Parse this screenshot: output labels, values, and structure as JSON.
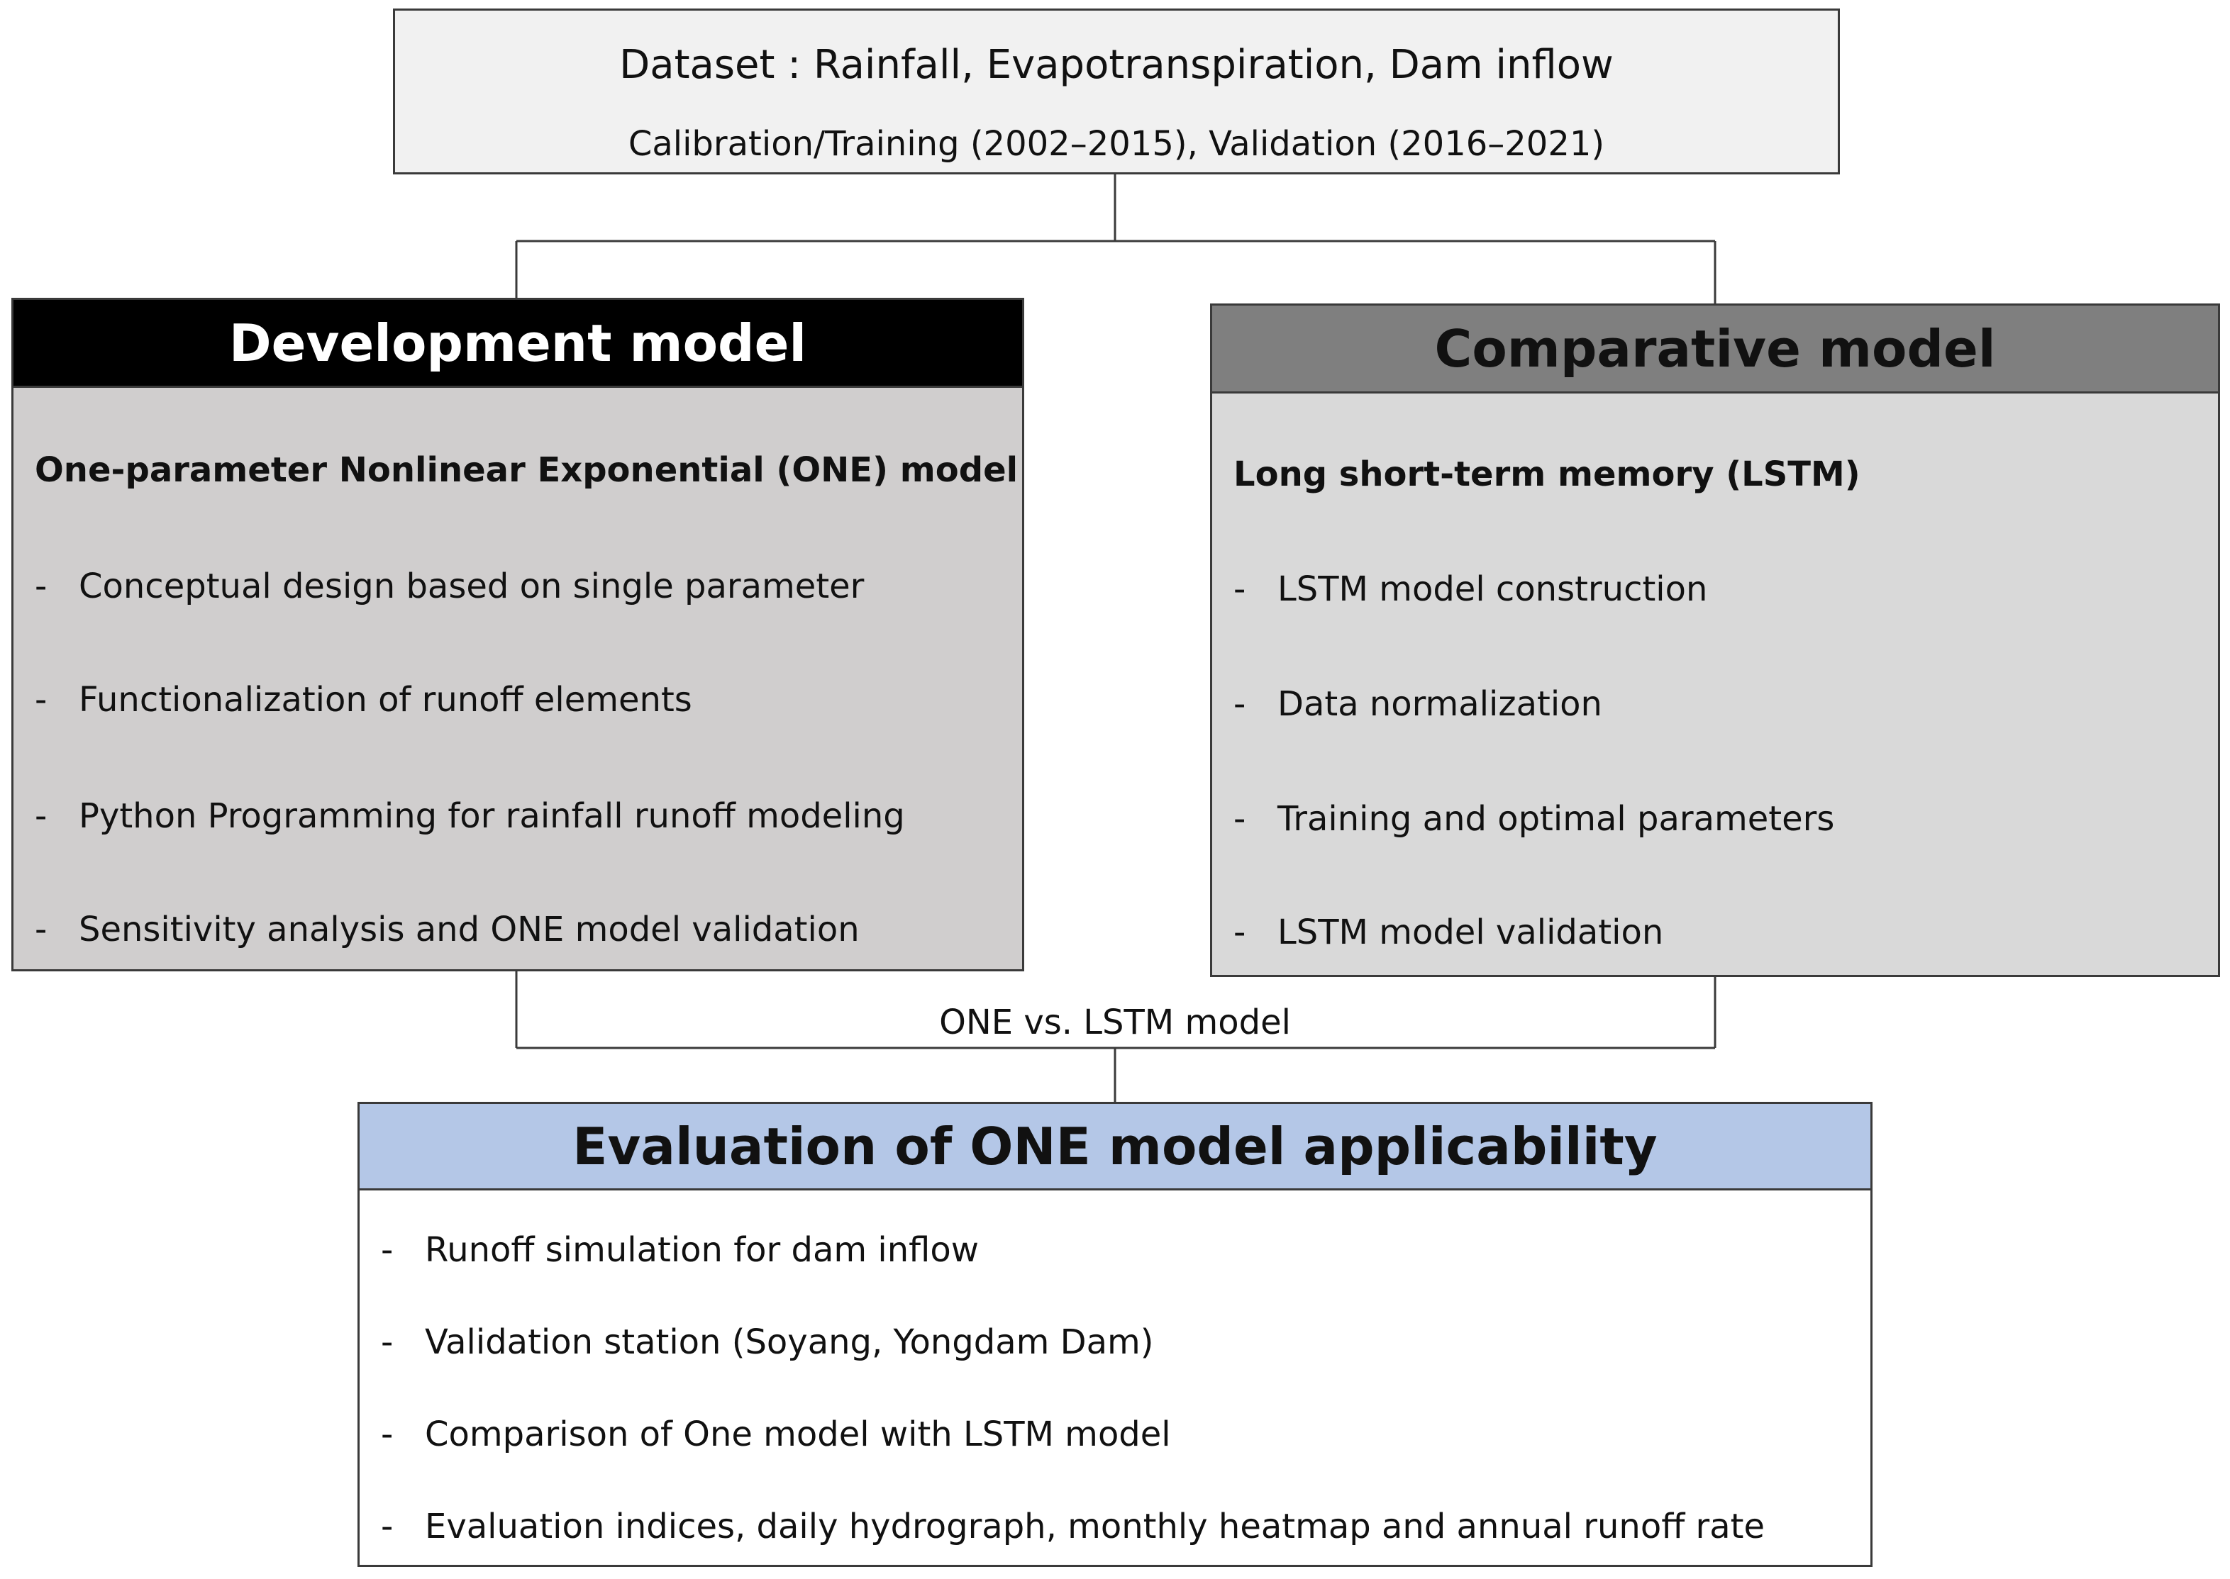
{
  "dataset": {
    "title": "Dataset : Rainfall, Evapotranspiration, Dam inflow",
    "period": "Calibration/Training (2002–2015), Validation (2016–2021)"
  },
  "development": {
    "header": "Development model",
    "subtitle": "One-parameter Nonlinear Exponential (ONE) model",
    "items": [
      "Conceptual design based on single parameter",
      "Functionalization of runoff elements",
      "Python Programming for rainfall runoff modeling",
      "Sensitivity analysis and ONE model validation"
    ]
  },
  "comparative": {
    "header": "Comparative model",
    "subtitle": "Long short-term memory (LSTM)",
    "items": [
      "LSTM model construction",
      "Data normalization",
      "Training and optimal parameters",
      "LSTM model validation"
    ]
  },
  "comparison_label": "ONE vs. LSTM model",
  "evaluation": {
    "header": "Evaluation of ONE model applicability",
    "items": [
      "Runoff simulation for dam inflow",
      "Validation station (Soyang, Yongdam Dam)",
      "Comparison of One model with LSTM model",
      "Evaluation indices, daily hydrograph, monthly heatmap and annual runoff rate"
    ]
  },
  "bullet_marker": "-",
  "colors": {
    "dataset_bg": "#f1f1f1",
    "development_header": "#000000",
    "development_body": "#d0cece",
    "comparative_header": "#7f7f7f",
    "comparative_body": "#d9d9d9",
    "evaluation_header": "#b4c7e7",
    "evaluation_body": "#ffffff",
    "line": "#3a3a3a"
  }
}
